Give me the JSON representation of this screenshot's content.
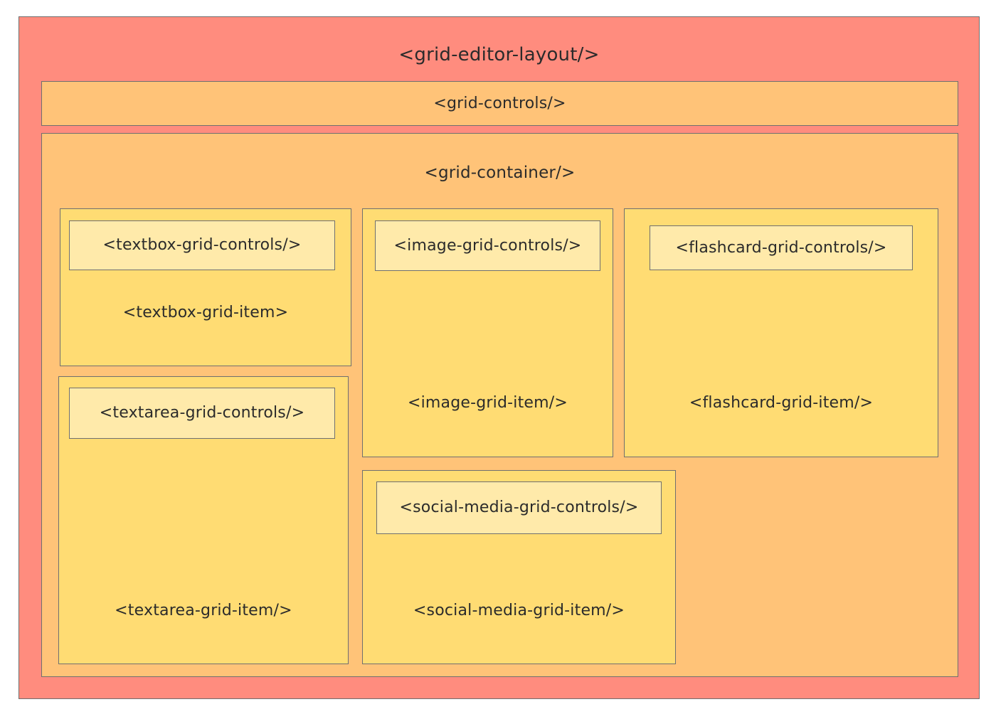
{
  "colors": {
    "outer_bg": "#FF8C7E",
    "container_bg": "#FFC378",
    "item_bg": "#FFDC73",
    "controls_bg": "#FFEAAA",
    "border": "#6F6F6F",
    "text": "#2B2B2B"
  },
  "layout": {
    "title": "<grid-editor-layout/>"
  },
  "grid_controls": {
    "label": "<grid-controls/>"
  },
  "grid_container": {
    "label": "<grid-container/>"
  },
  "textbox": {
    "controls_label": "<textbox-grid-controls/>",
    "item_label": "<textbox-grid-item>"
  },
  "image": {
    "controls_label": "<image-grid-controls/>",
    "item_label": "<image-grid-item/>"
  },
  "flashcard": {
    "controls_label": "<flashcard-grid-controls/>",
    "item_label": "<flashcard-grid-item/>"
  },
  "textarea": {
    "controls_label": "<textarea-grid-controls/>",
    "item_label": "<textarea-grid-item/>"
  },
  "social_media": {
    "controls_label": "<social-media-grid-controls/>",
    "item_label": "<social-media-grid-item/>"
  }
}
